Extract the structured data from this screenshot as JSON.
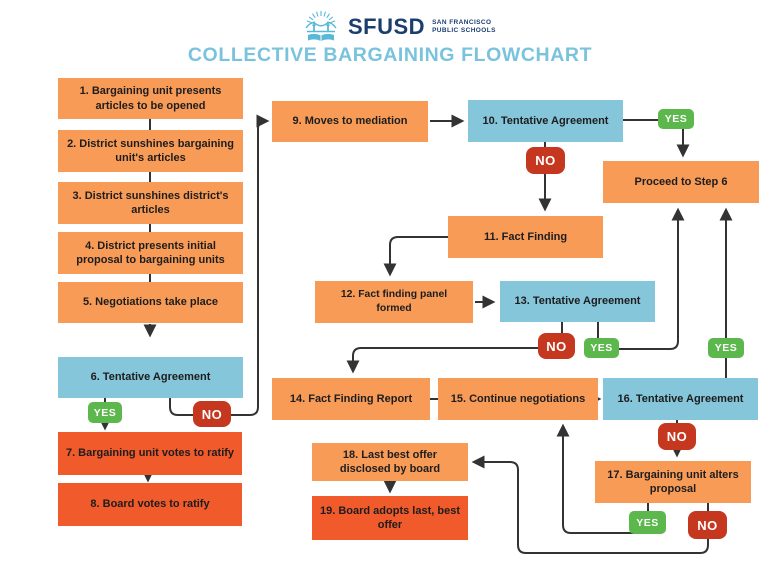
{
  "header": {
    "brand": "SFUSD",
    "tagline_line1": "SAN FRANCISCO",
    "tagline_line2": "PUBLIC SCHOOLS",
    "title": "COLLECTIVE BARGAINING FLOWCHART"
  },
  "colors": {
    "process_orange": "#f79b57",
    "ratify_orange": "#f15a2b",
    "agreement_blue": "#85c6db",
    "yes_green": "#5cb84c",
    "no_red": "#c5371f",
    "title_blue": "#79c3dd",
    "brand_navy": "#1b3e6f",
    "line": "#333333"
  },
  "nodes": {
    "n1": {
      "label": "1.  Bargaining unit presents articles to be opened"
    },
    "n2": {
      "label": "2.  District sunshines bargaining unit's articles"
    },
    "n3": {
      "label": "3.  District sunshines district's articles"
    },
    "n4": {
      "label": "4.  District presents initial proposal to bargaining units"
    },
    "n5": {
      "label": "5. Negotiations take place"
    },
    "n6": {
      "label": "6.  Tentative Agreement"
    },
    "n7": {
      "label": "7.  Bargaining unit votes to ratify"
    },
    "n8": {
      "label": "8.  Board votes to ratify"
    },
    "n9": {
      "label": "9. Moves to mediation"
    },
    "n10": {
      "label": "10. Tentative Agreement"
    },
    "proceed": {
      "label": "Proceed to Step 6"
    },
    "n11": {
      "label": "11.  Fact Finding"
    },
    "n12": {
      "label": "12. Fact finding panel formed"
    },
    "n13": {
      "label": "13. Tentative Agreement"
    },
    "n14": {
      "label": "14. Fact Finding Report"
    },
    "n15": {
      "label": "15. Continue negotiations"
    },
    "n16": {
      "label": "16. Tentative Agreement"
    },
    "n17": {
      "label": "17.  Bargaining unit alters proposal"
    },
    "n18": {
      "label": "18.  Last best offer disclosed by board"
    },
    "n19": {
      "label": "19. Board adopts last, best offer"
    }
  },
  "badges": {
    "yes_label": "YES",
    "no_label": "NO"
  }
}
